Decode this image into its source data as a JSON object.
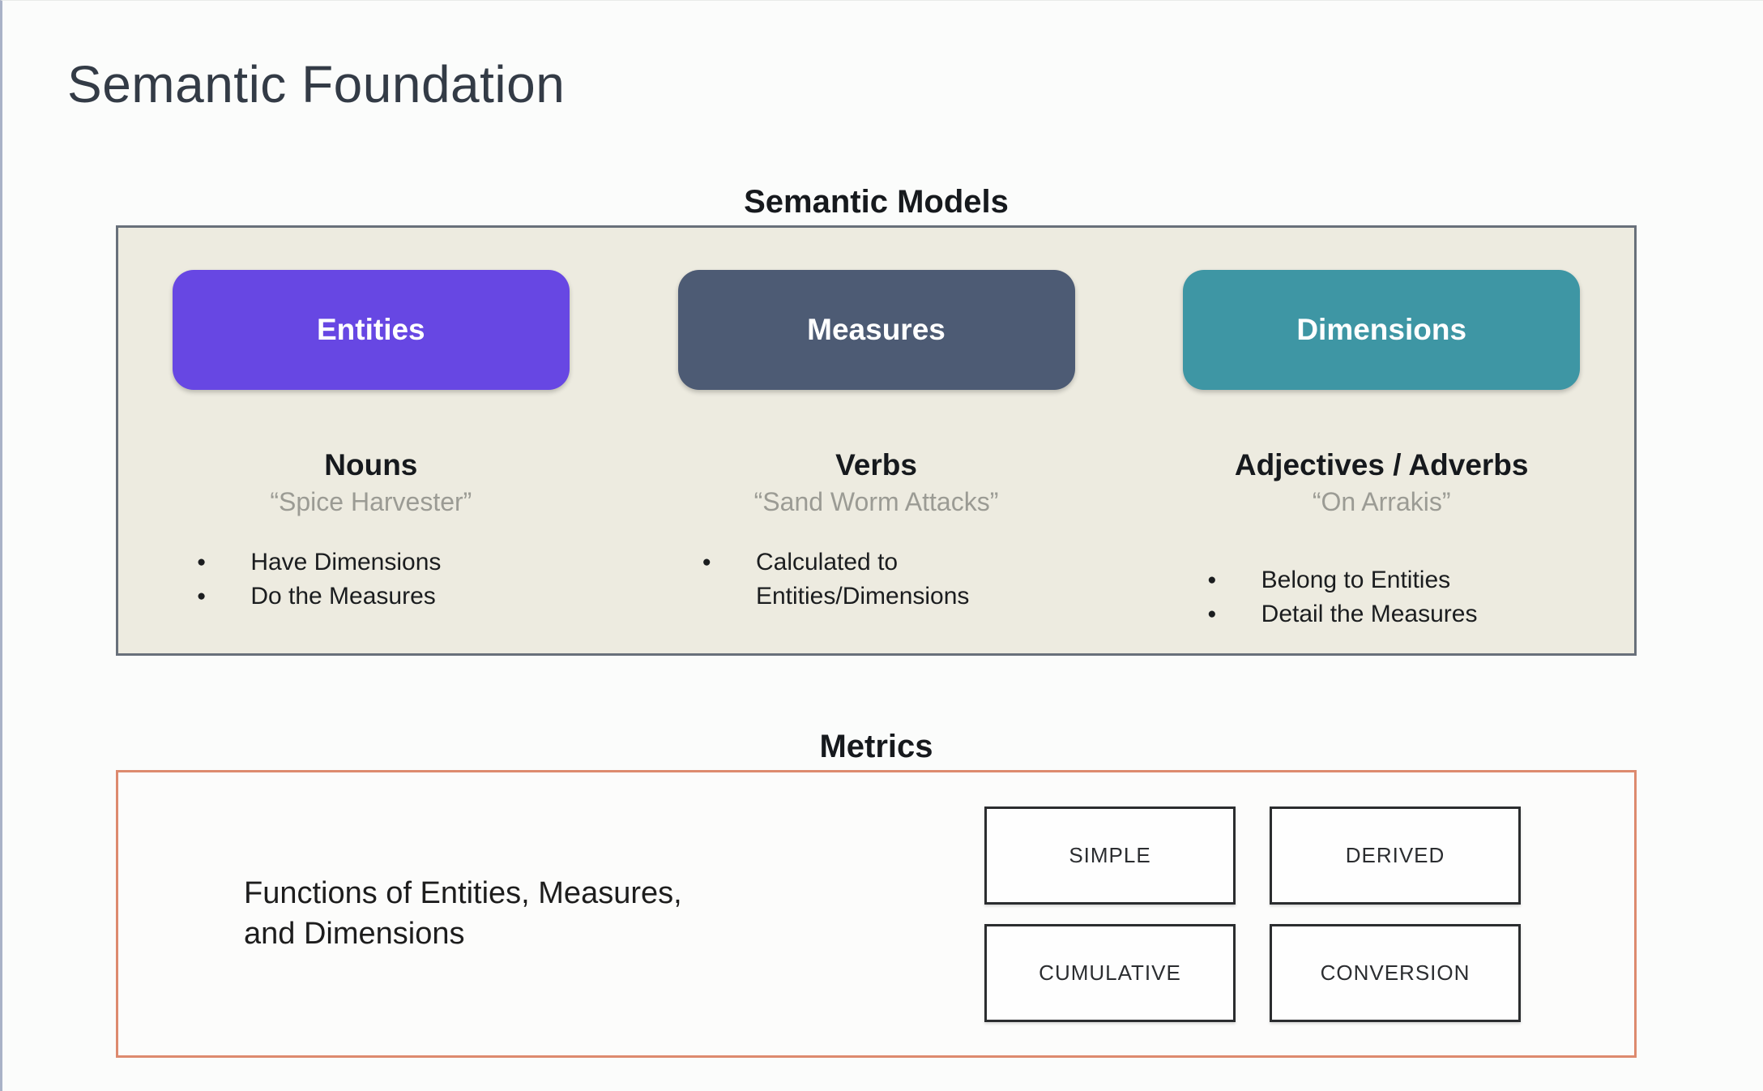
{
  "title": "Semantic Foundation",
  "semantic_models": {
    "heading": "Semantic Models",
    "columns": [
      {
        "pill": "Entities",
        "subtitle": "Nouns",
        "quote": "“Spice Harvester”",
        "bullets": [
          "Have Dimensions",
          "Do the Measures"
        ]
      },
      {
        "pill": "Measures",
        "subtitle": "Verbs",
        "quote": "“Sand Worm Attacks”",
        "bullets": [
          "Calculated to Entities/Dimensions"
        ]
      },
      {
        "pill": "Dimensions",
        "subtitle": "Adjectives / Adverbs",
        "quote": "“On Arrakis”",
        "bullets": [
          "Belong to Entities",
          "Detail the Measures"
        ]
      }
    ]
  },
  "metrics": {
    "heading": "Metrics",
    "description_lines": [
      "Functions of Entities, Measures,",
      "and Dimensions"
    ],
    "types": [
      "SIMPLE",
      "DERIVED",
      "CUMULATIVE",
      "CONVERSION"
    ]
  },
  "colors": {
    "entities_pill": "#6747e3",
    "measures_pill": "#4d5b74",
    "dimensions_pill": "#3e96a4",
    "models_box_bg": "#edebe0",
    "models_box_border": "#68707a",
    "metrics_box_border": "#dd8a6e",
    "quote_text": "#9b9b94",
    "title_text": "#333b46"
  }
}
